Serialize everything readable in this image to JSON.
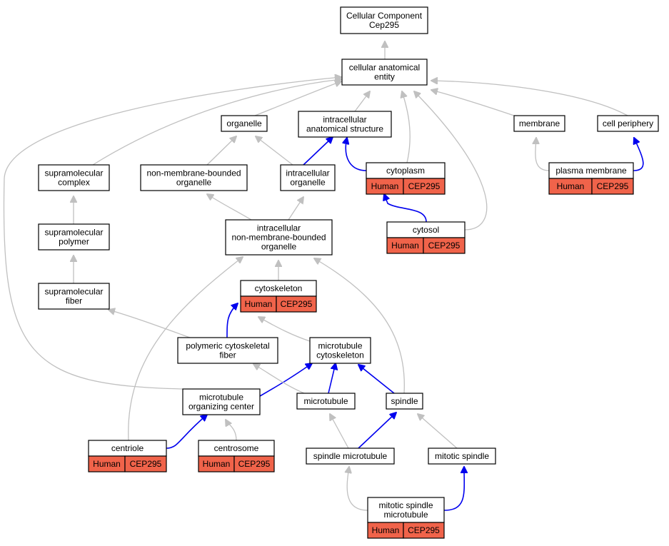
{
  "colors": {
    "gray_edge": "#c0c0c0",
    "blue_edge": "#0000ee",
    "annotation_fill": "#f0634a",
    "node_fill": "#ffffff"
  },
  "nodes": {
    "root": [
      "Cellular Component",
      "Cep295"
    ],
    "cae": [
      "cellular anatomical",
      "entity"
    ],
    "organelle": [
      "organelle"
    ],
    "ias": [
      "intracellular",
      "anatomical structure"
    ],
    "membrane": [
      "membrane"
    ],
    "cellperiph": [
      "cell periphery"
    ],
    "supracomplex": [
      "supramolecular",
      "complex"
    ],
    "nmbo": [
      "non-membrane-bounded",
      "organelle"
    ],
    "io": [
      "intracellular",
      "organelle"
    ],
    "cytoplasm": [
      "cytoplasm"
    ],
    "plasmamem": [
      "plasma membrane"
    ],
    "supropolymer": [
      "supramolecular",
      "polymer"
    ],
    "inmbo": [
      "intracellular",
      "non-membrane-bounded",
      "organelle"
    ],
    "cytosol": [
      "cytosol"
    ],
    "suprafiber": [
      "supramolecular",
      "fiber"
    ],
    "cytoskeleton": [
      "cytoskeleton"
    ],
    "polycytofiber": [
      "polymeric cytoskeletal",
      "fiber"
    ],
    "mtcytoskeleton": [
      "microtubule",
      "cytoskeleton"
    ],
    "mtoc": [
      "microtubule",
      "organizing center"
    ],
    "microtubule": [
      "microtubule"
    ],
    "spindle": [
      "spindle"
    ],
    "centriole": [
      "centriole"
    ],
    "centrosome": [
      "centrosome"
    ],
    "spindlemt": [
      "spindle microtubule"
    ],
    "mitoticspindle": [
      "mitotic spindle"
    ],
    "mitspindlemt": [
      "mitotic spindle",
      "microtubule"
    ]
  },
  "annotation": {
    "species": "Human",
    "gene": "CEP295"
  }
}
